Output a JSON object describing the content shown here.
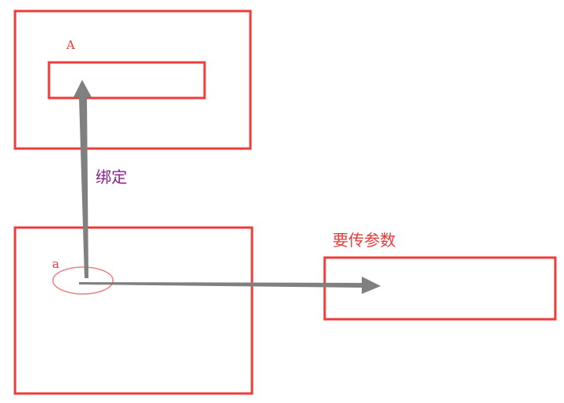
{
  "colors": {
    "box_stroke": "#ee3b3b",
    "ellipse_stroke": "#f08080",
    "arrow_fill": "#808080",
    "label_red": "#e83a3a",
    "label_purple": "#8a1f8a"
  },
  "labels": {
    "component_A": "A",
    "component_a": "a",
    "bind": "绑定",
    "pass_params": "要传参数"
  }
}
